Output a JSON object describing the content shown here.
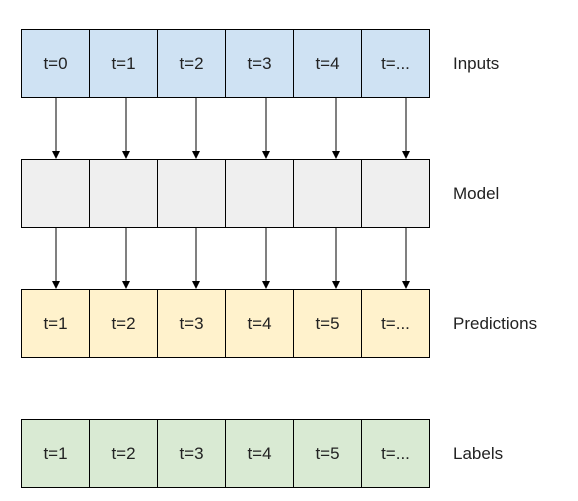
{
  "colors": {
    "inputs_fill": "#cfe2f3",
    "model_fill": "#efefef",
    "predictions_fill": "#fff2cc",
    "labels_fill": "#d9ead3",
    "border": "#000000"
  },
  "rows": {
    "inputs": {
      "label": "Inputs",
      "cells": [
        "t=0",
        "t=1",
        "t=2",
        "t=3",
        "t=4",
        "t=..."
      ]
    },
    "model": {
      "label": "Model",
      "cells": [
        "",
        "",
        "",
        "",
        "",
        ""
      ]
    },
    "predictions": {
      "label": "Predictions",
      "cells": [
        "t=1",
        "t=2",
        "t=3",
        "t=4",
        "t=5",
        "t=..."
      ]
    },
    "labels": {
      "label": "Labels",
      "cells": [
        "t=1",
        "t=2",
        "t=3",
        "t=4",
        "t=5",
        "t=..."
      ]
    }
  }
}
